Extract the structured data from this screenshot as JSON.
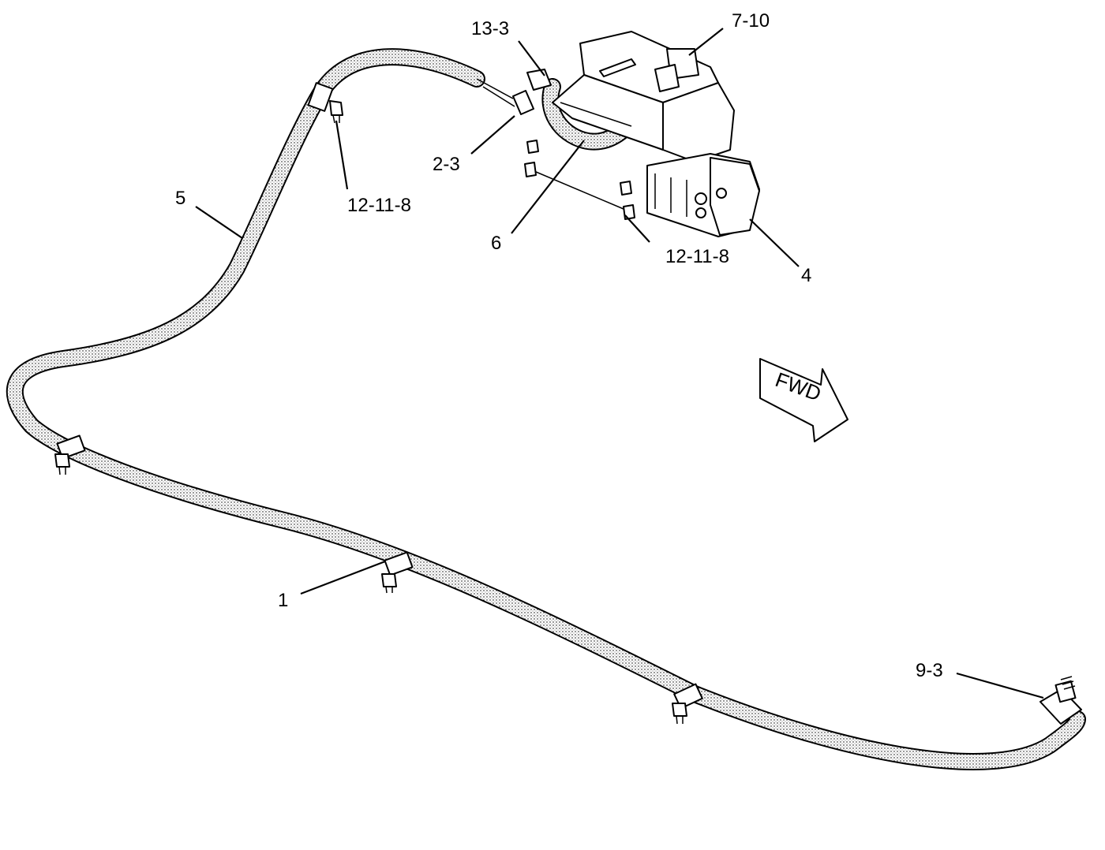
{
  "callouts": {
    "c13_3": "13-3",
    "c7_10": "7-10",
    "c2_3": "2-3",
    "c12_11_8_a": "12-11-8",
    "c5": "5",
    "c6": "6",
    "c12_11_8_b": "12-11-8",
    "c4": "4",
    "c1": "1",
    "c9_3": "9-3"
  },
  "direction_arrow": {
    "label": "FWD"
  }
}
